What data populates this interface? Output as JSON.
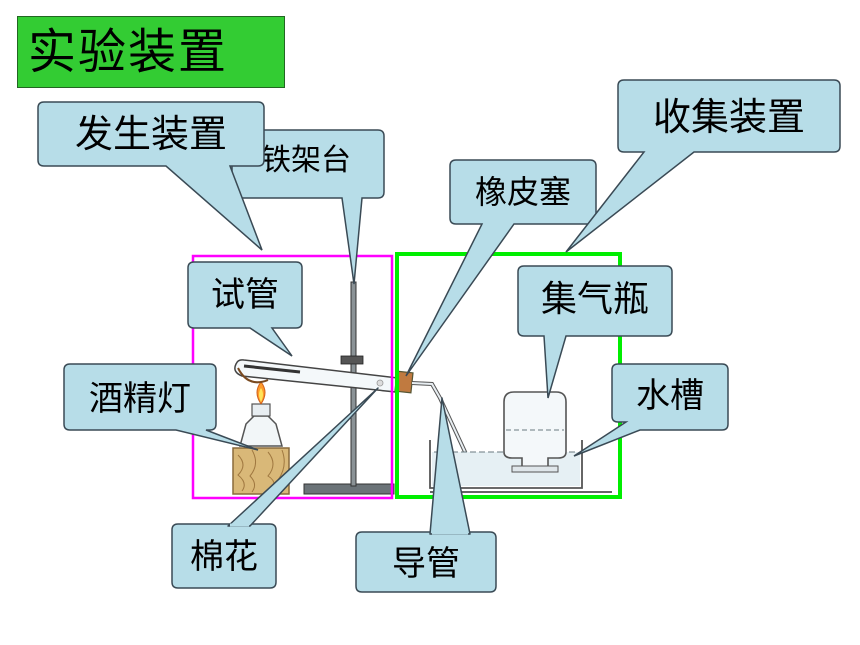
{
  "title": "实验装置",
  "labels": {
    "generator": "发生装置",
    "iron_stand": "铁架台",
    "rubber_stopper": "橡皮塞",
    "collector": "收集装置",
    "test_tube": "试管",
    "gas_bottle": "集气瓶",
    "alcohol_lamp": "酒精灯",
    "water_trough": "水槽",
    "cotton": "棉花",
    "delivery_tube": "导管"
  },
  "colors": {
    "title_bg": "#33cc33",
    "callout_fill": "#b7dde8",
    "callout_stroke": "#3a4a55",
    "generator_frame": "#ff00ff",
    "collector_frame": "#00ee00"
  }
}
